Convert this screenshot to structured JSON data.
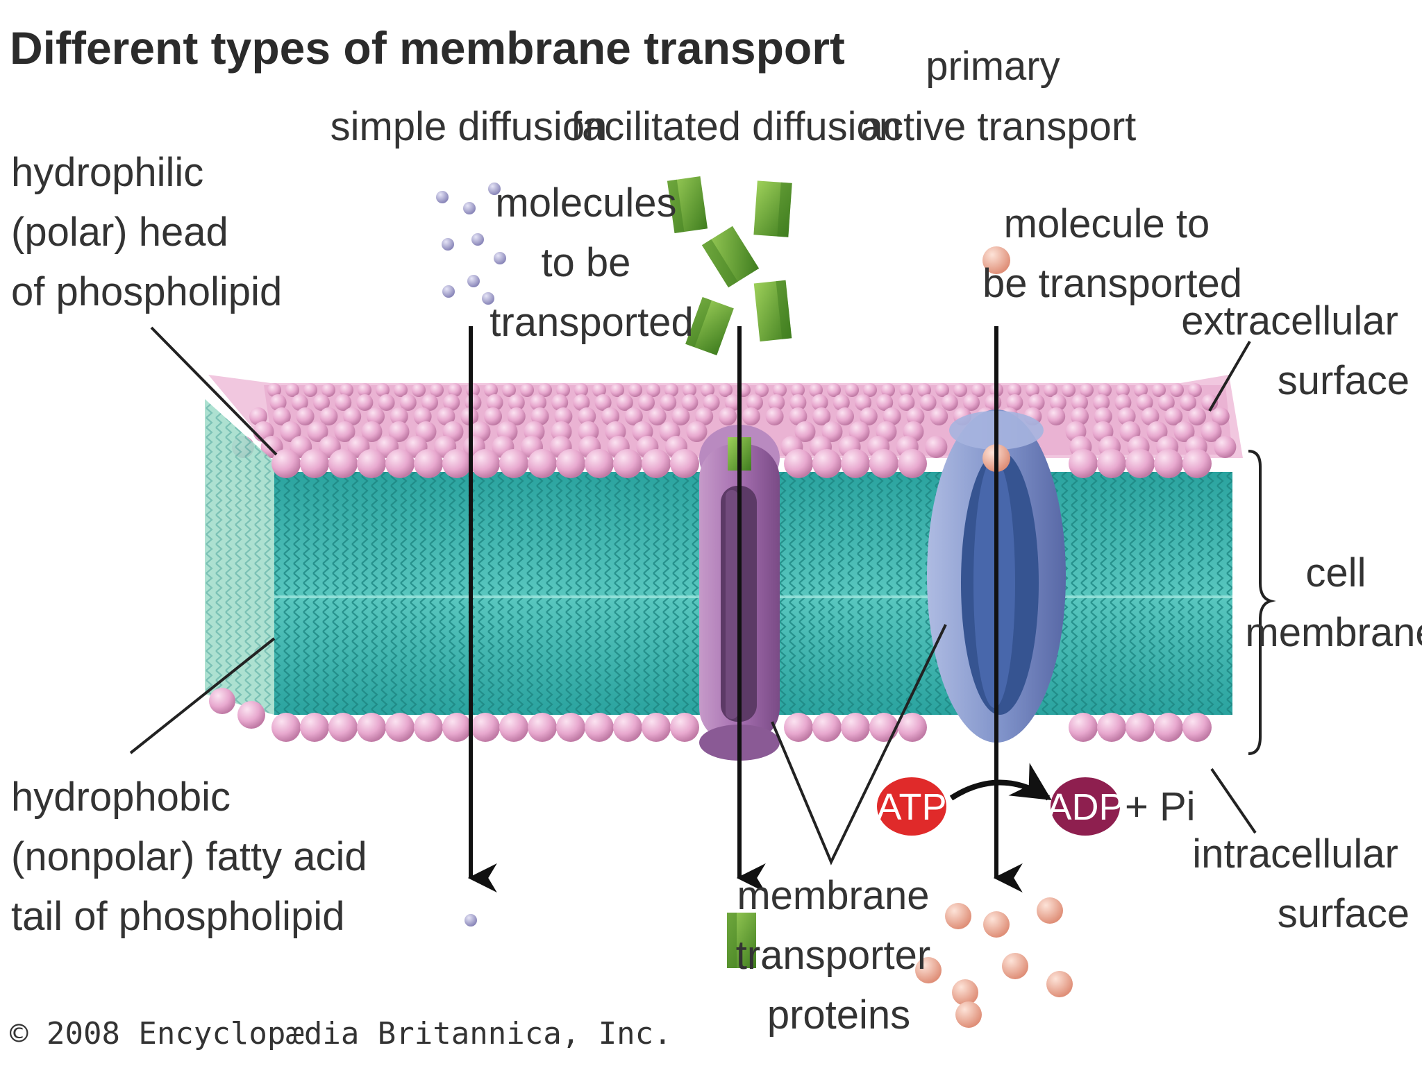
{
  "title": "Different types of membrane transport",
  "processes": {
    "simple_diffusion": "simple diffusion",
    "facilitated_diffusion": "facilitated diffusion",
    "primary_active_transport": [
      "primary",
      "active transport"
    ]
  },
  "labels": {
    "hydrophilic_head": [
      "hydrophilic",
      "(polar) head",
      "of phospholipid"
    ],
    "hydrophobic_tail": [
      "hydrophobic",
      "(nonpolar) fatty acid",
      "tail of phospholipid"
    ],
    "molecules_to_be_transported": [
      "molecules",
      "to be",
      "transported"
    ],
    "molecule_to_be_transported": [
      "molecule to",
      "be transported"
    ],
    "extracellular_surface": [
      "extracellular",
      "surface"
    ],
    "intracellular_surface": [
      "intracellular",
      "surface"
    ],
    "cell_membrane": [
      "cell",
      "membrane"
    ],
    "membrane_transporter_proteins": [
      "membrane",
      "transporter",
      "proteins"
    ]
  },
  "energy": {
    "atp": "ATP",
    "adp": "ADP",
    "pi": "+ Pi"
  },
  "copyright": "© 2008 Encyclopædia Britannica, Inc.",
  "colors": {
    "membrane_head": "#e8a9cf",
    "membrane_tail": "#3fb5b0",
    "channel_protein": "#a56fb0",
    "pump_protein": "#7f92c9",
    "green_molecule": "#5f9e2f",
    "small_molecule": "#9a97c2",
    "peach_molecule": "#efb3a0",
    "atp_badge": "#e02a2a",
    "adp_badge": "#8e1f4f"
  }
}
